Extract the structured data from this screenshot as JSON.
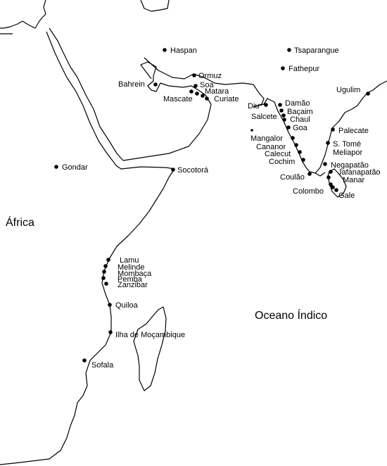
{
  "regions": {
    "africa": "África",
    "ocean": "Oceano Índico"
  },
  "places": {
    "haspan": "Haspan",
    "tsaparangue": "Tsaparangue",
    "fathepur": "Fathepur",
    "ormuz": "Ormuz",
    "soa": "Soa",
    "bahrein": "Bahrein",
    "matara": "Matara",
    "curiate": "Curiate",
    "mascate": "Mascate",
    "ugulim": "Ugulim",
    "diu": "Diu",
    "damao": "Damão",
    "bacaim": "Baçaim",
    "salcete": "Salcete",
    "chaul": "Chaul",
    "goa": "Goa",
    "mangalor": "Mangalor",
    "cananor": "Cananor",
    "calecut": "Calecut",
    "cochim": "Cochim",
    "coulao": "Coulão",
    "palecate": "Palecate",
    "sao_tome": "S. Tomé",
    "meliapor": "Meliapor",
    "negapatao": "Negapatão",
    "jafanapatao": "Jafanapatão",
    "manar": "Manar",
    "colombo": "Colombo",
    "gale": "Gale",
    "gondar": "Gondar",
    "socotora": "Socotorá",
    "lamu": "Lamu",
    "melinde": "Melinde",
    "mombaca": "Mombaça",
    "pemba": "Pemba",
    "zanzibar": "Zanzibar",
    "quiloa": "Quiloa",
    "mocambique": "Ilha de Moçambique",
    "sofala": "Sofala"
  }
}
